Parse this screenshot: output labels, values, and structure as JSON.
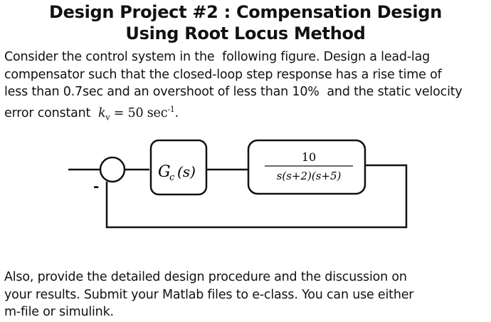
{
  "title": {
    "line1": "Design Project  #2 :  Compensation Design",
    "line2": "Using Root Locus Method"
  },
  "problem": {
    "lines": [
      "Consider the control system in the  following figure. Design a lead-lag",
      "compensator such that the closed-loop step response has a rise time of",
      "less than 0.7sec and an overshoot of less than 10%  and the static velocity"
    ],
    "last_line_prefix": "error constant  ",
    "kv_symbol": "k",
    "kv_subscript": "v",
    "kv_equals": " = 50 sec",
    "kv_exponent": "-1",
    "kv_suffix": "."
  },
  "diagram": {
    "feedback_sign": "-",
    "compensator_label": "G",
    "compensator_subscript": "c",
    "compensator_arg": "(s)",
    "plant_numerator": "10",
    "plant_denominator": "s(s+2)(s+5)"
  },
  "instructions": {
    "lines": [
      "Also, provide the detailed design procedure and the discussion on",
      "your results. Submit your Matlab files to e-class. You can use either",
      "m-file or simulink."
    ]
  }
}
